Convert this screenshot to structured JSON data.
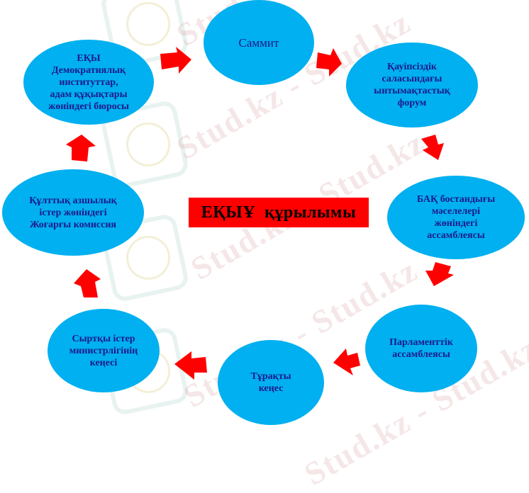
{
  "diagram": {
    "title": "ЕҚЫҰ  құрылымы",
    "colors": {
      "node_fill": "#00b0f0",
      "node_text": "#1a1a8c",
      "arrow": "#ff0000",
      "title_bg": "#ff0000",
      "title_text": "#000000"
    },
    "nodes": [
      {
        "id": "summit",
        "label": "Саммит"
      },
      {
        "id": "security-forum",
        "label": "Қауіпсіздік\nсаласындағы\nынтымақтастық\nфорум"
      },
      {
        "id": "media-freedom",
        "label": "БАҚ бостандығы\nмәселелері\nжөніндегі\nассамблеясы"
      },
      {
        "id": "parliamentary-assembly",
        "label": "Парламенттік\nассамблеясы"
      },
      {
        "id": "permanent-council",
        "label": "Тұрақты\nкеңес"
      },
      {
        "id": "foreign-ministers-council",
        "label": "Сыртқы істер\nминистрлігінің\nкеңесі"
      },
      {
        "id": "high-commissioner",
        "label": "Құлттық  азшылық\nістер  жөніндегі\nЖоғарғы комиссия"
      },
      {
        "id": "odihr",
        "label": "ЕҚЫ\nДемократиялық\nинституттар,\nадам  құқықтары\nжөніндегі бюросы"
      }
    ],
    "arrows": [
      {
        "from": "odihr",
        "to": "summit",
        "direction": "right"
      },
      {
        "from": "summit",
        "to": "security-forum",
        "direction": "right-down"
      },
      {
        "from": "security-forum",
        "to": "media-freedom",
        "direction": "down-right"
      },
      {
        "from": "media-freedom",
        "to": "parliamentary-assembly",
        "direction": "down-left"
      },
      {
        "from": "parliamentary-assembly",
        "to": "permanent-council",
        "direction": "left-up"
      },
      {
        "from": "permanent-council",
        "to": "foreign-ministers-council",
        "direction": "left-up"
      },
      {
        "from": "foreign-ministers-council",
        "to": "high-commissioner",
        "direction": "up"
      },
      {
        "from": "high-commissioner",
        "to": "odihr",
        "direction": "up"
      }
    ]
  },
  "watermark": {
    "text": "Stud.kz - Stud.kz"
  }
}
